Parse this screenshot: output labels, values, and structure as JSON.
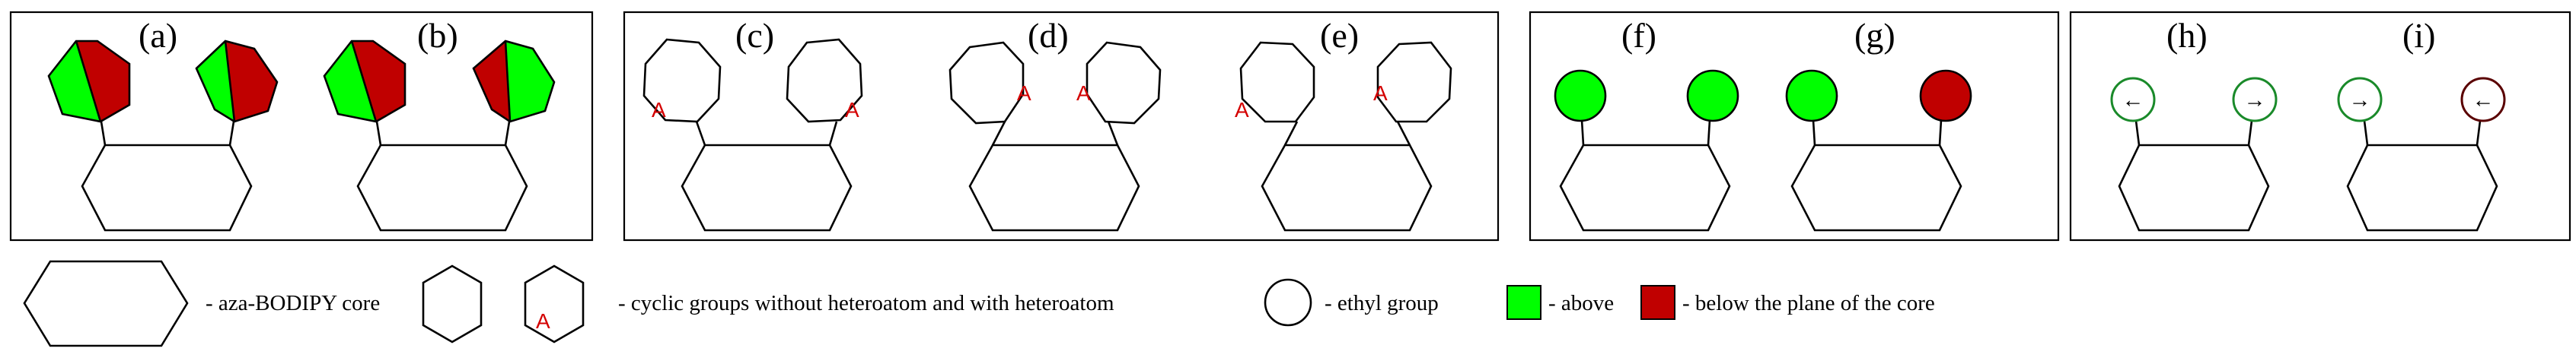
{
  "colors": {
    "above": "#00ff00",
    "below": "#c00000",
    "heteroatom": "#d40000",
    "outline": "#000000",
    "background": "#ffffff"
  },
  "panels": {
    "a": "(a)",
    "b": "(b)",
    "c": "(c)",
    "d": "(d)",
    "e": "(e)",
    "f": "(f)",
    "g": "(g)",
    "h": "(h)",
    "i": "(i)"
  },
  "heteroatom_symbol": "A",
  "arrows": {
    "left": "←",
    "right": "→"
  },
  "legend": {
    "core": "- aza-BODIPY core",
    "cyclic": "- cyclic groups without heteroatom and with heteroatom",
    "ethyl": "- ethyl group",
    "above": "- above",
    "below": "- below the plane of the core"
  }
}
